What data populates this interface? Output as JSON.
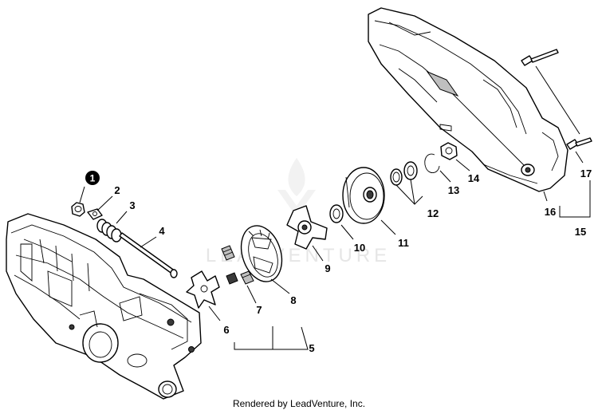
{
  "watermark": "LEADVENTURE",
  "highlighted_callout": "1",
  "callouts": [
    "2",
    "3",
    "4",
    "5",
    "6",
    "7",
    "8",
    "9",
    "10",
    "11",
    "12",
    "13",
    "14",
    "15",
    "16",
    "17"
  ],
  "footer": "Rendered by LeadVenture, Inc."
}
